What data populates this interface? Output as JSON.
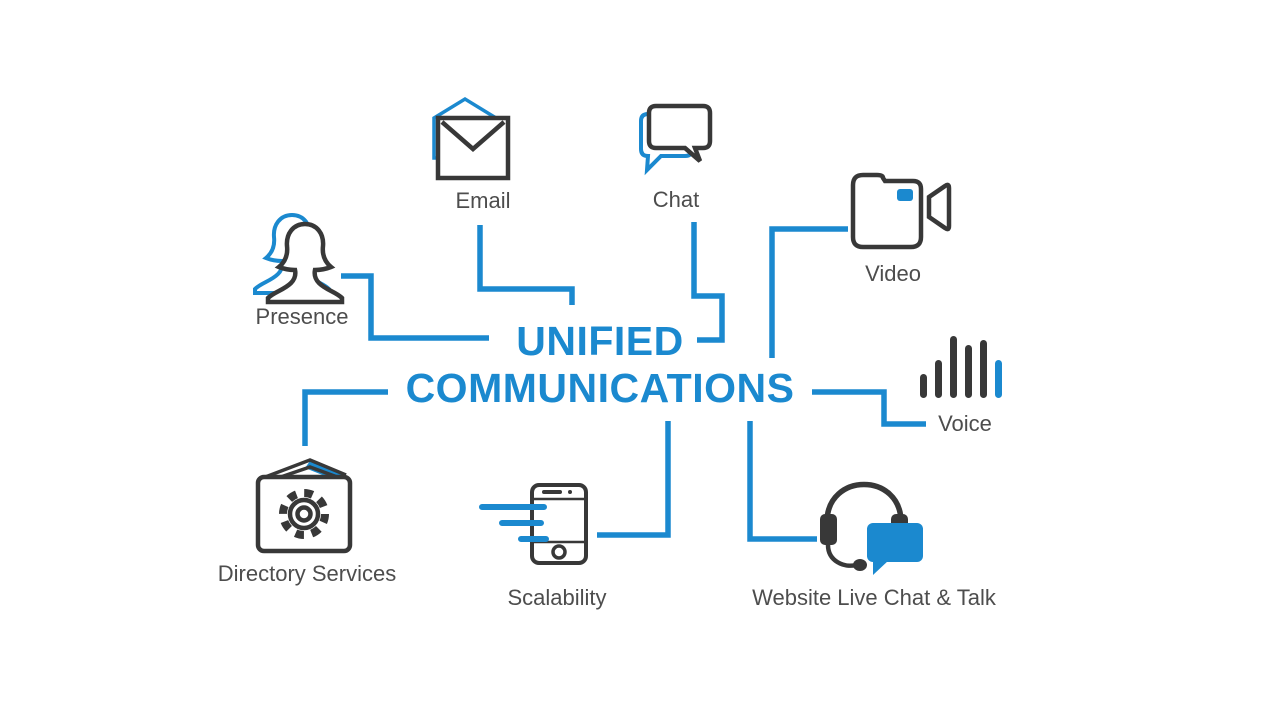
{
  "diagram": {
    "title_line1": "UNIFIED",
    "title_line2": "COMMUNICATIONS"
  },
  "colors": {
    "accent": "#1B89CF",
    "icon_dark": "#383838",
    "label_gray": "#4D4D4D",
    "canvas_bg": "#FFFFFF"
  },
  "nodes": [
    {
      "id": "presence",
      "label": "Presence",
      "icon": "presence-people-icon"
    },
    {
      "id": "email",
      "label": "Email",
      "icon": "email-envelope-icon"
    },
    {
      "id": "chat",
      "label": "Chat",
      "icon": "chat-bubbles-icon"
    },
    {
      "id": "video",
      "label": "Video",
      "icon": "video-camera-icon"
    },
    {
      "id": "voice",
      "label": "Voice",
      "icon": "voice-soundbars-icon"
    },
    {
      "id": "directory",
      "label": "Directory Services",
      "icon": "directory-book-gear-icon"
    },
    {
      "id": "scalability",
      "label": "Scalability",
      "icon": "scalability-phone-icon"
    },
    {
      "id": "website",
      "label": "Website Live Chat & Talk",
      "icon": "headset-livechat-icon"
    }
  ]
}
